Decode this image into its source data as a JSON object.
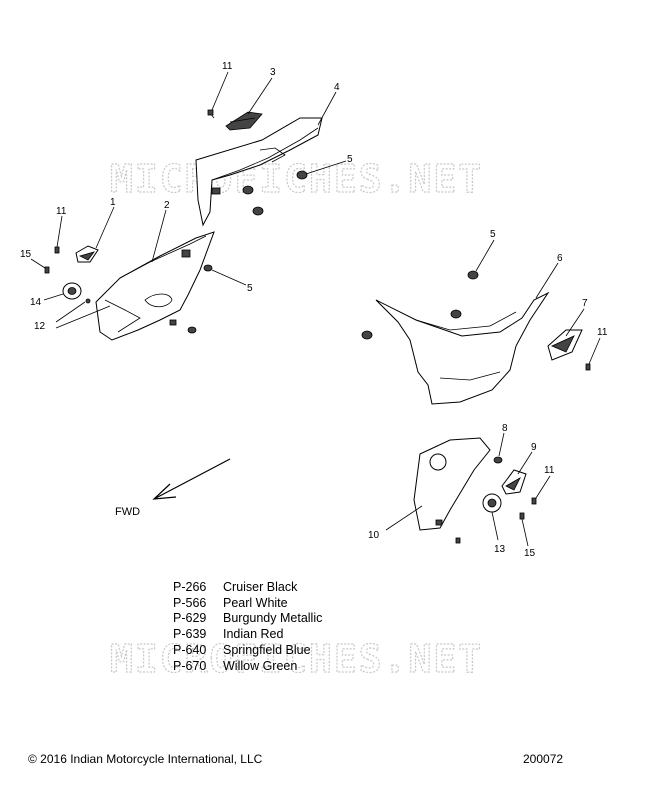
{
  "watermark": "MICROFICHES.NET",
  "forward_label": "FWD",
  "callouts": [
    {
      "id": "c1",
      "label": "1"
    },
    {
      "id": "c2",
      "label": "2"
    },
    {
      "id": "c3",
      "label": "3"
    },
    {
      "id": "c4",
      "label": "4"
    },
    {
      "id": "c5a",
      "label": "5"
    },
    {
      "id": "c5b",
      "label": "5"
    },
    {
      "id": "c5c",
      "label": "5"
    },
    {
      "id": "c6",
      "label": "6"
    },
    {
      "id": "c7",
      "label": "7"
    },
    {
      "id": "c8",
      "label": "8"
    },
    {
      "id": "c9",
      "label": "9"
    },
    {
      "id": "c10",
      "label": "10"
    },
    {
      "id": "c11a",
      "label": "11"
    },
    {
      "id": "c11b",
      "label": "11"
    },
    {
      "id": "c11c",
      "label": "11"
    },
    {
      "id": "c11d",
      "label": "11"
    },
    {
      "id": "c12",
      "label": "12"
    },
    {
      "id": "c13",
      "label": "13"
    },
    {
      "id": "c14",
      "label": "14"
    },
    {
      "id": "c15a",
      "label": "15"
    },
    {
      "id": "c15b",
      "label": "15"
    }
  ],
  "color_legend": [
    {
      "code": "P-266",
      "name": "Cruiser Black"
    },
    {
      "code": "P-566",
      "name": "Pearl White"
    },
    {
      "code": "P-629",
      "name": "Burgundy Metallic"
    },
    {
      "code": "P-639",
      "name": "Indian Red"
    },
    {
      "code": "P-640",
      "name": "Springfield Blue"
    },
    {
      "code": "P-670",
      "name": "Willow Green"
    }
  ],
  "copyright": "© 2016 Indian Motorcycle International, LLC",
  "reference_number": "200072"
}
